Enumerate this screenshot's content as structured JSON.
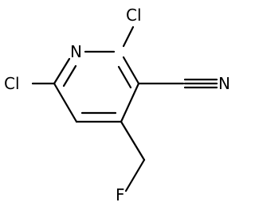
{
  "molecule": {
    "atoms": {
      "n1": "N",
      "cl2": "Cl",
      "cl6": "Cl",
      "n_nitrile": "N",
      "f": "F"
    },
    "colors": {
      "bond": "#000000",
      "label": "#000000",
      "background": "#ffffff"
    }
  }
}
